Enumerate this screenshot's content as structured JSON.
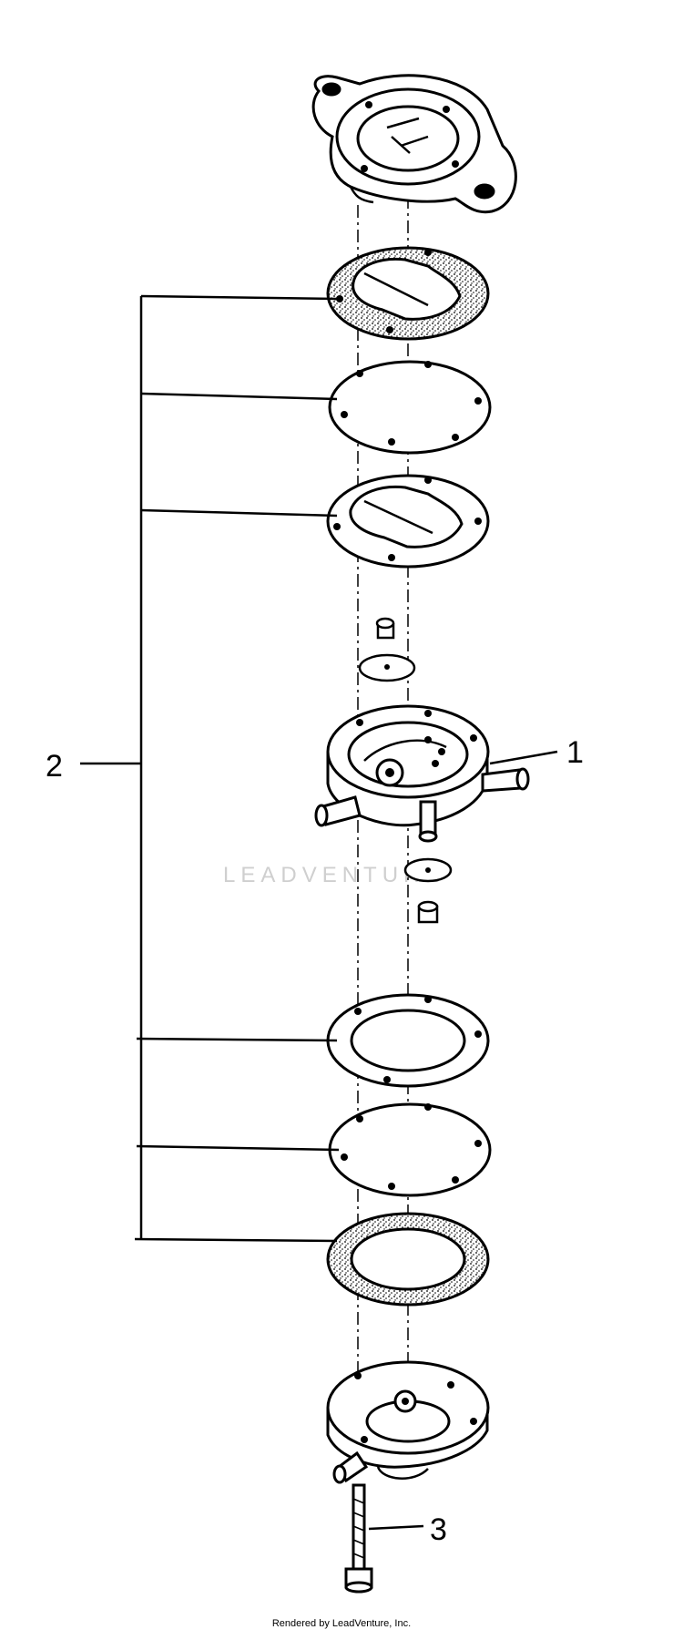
{
  "callouts": {
    "pump_body": "1",
    "gasket_kit": "2",
    "screw": "3"
  },
  "watermark": "LEADVENTURE",
  "footer": "Rendered by LeadVenture, Inc.",
  "colors": {
    "ink": "#000000",
    "watermark": "#cfcfcf",
    "background": "#ffffff"
  }
}
